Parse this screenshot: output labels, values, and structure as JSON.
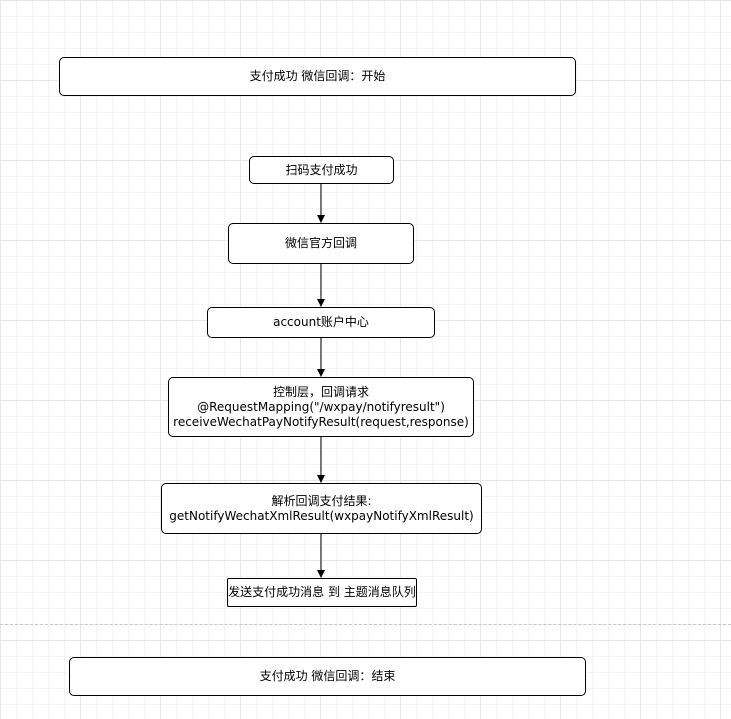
{
  "diagram": {
    "start": "支付成功 微信回调：开始",
    "steps": [
      {
        "lines": [
          "扫码支付成功"
        ]
      },
      {
        "lines": [
          "微信官方回调"
        ]
      },
      {
        "lines": [
          "account账户中心"
        ]
      },
      {
        "lines": [
          "控制层，回调请求",
          "@RequestMapping(\"/wxpay/notifyresult\")",
          "receiveWechatPayNotifyResult(request,response)"
        ]
      },
      {
        "lines": [
          "解析回调支付结果:",
          "getNotifyWechatXmlResult(wxpayNotifyXmlResult)"
        ]
      },
      {
        "lines": [
          "发送支付成功消息 到 主题消息队列"
        ]
      }
    ],
    "end": "支付成功 微信回调：结束"
  },
  "colors": {
    "stroke": "#000000",
    "node_fill": "#ffffff",
    "grid_major": "#e7e7e7",
    "grid_minor": "#f4f4f4",
    "page_break": "#c8c8c8"
  }
}
